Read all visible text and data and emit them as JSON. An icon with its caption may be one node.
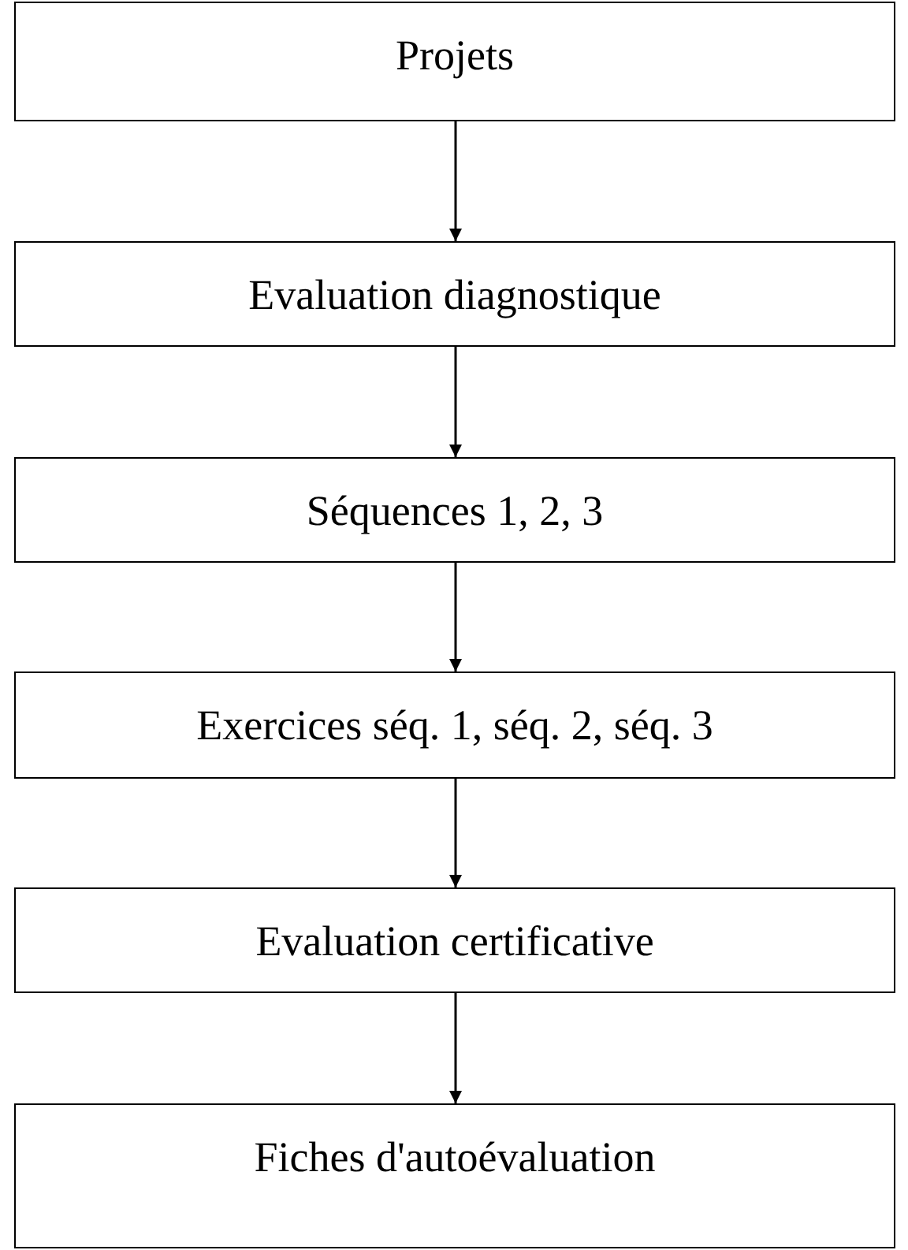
{
  "diagram": {
    "nodes": [
      {
        "text": [
          "Projets"
        ]
      },
      {
        "text": [
          "Evaluation diagnostique"
        ]
      },
      {
        "text": [
          "Séquences 1, 2, 3"
        ]
      },
      {
        "text": [
          "Exercices séq. 1, séq. 2, séq. 3"
        ]
      },
      {
        "text": [
          "Evaluation certificative"
        ]
      },
      {
        "text": [
          "Fiches d'autoévaluation"
        ]
      }
    ],
    "edges": [
      {
        "from": 0,
        "to": 1,
        "arrow": "to"
      },
      {
        "from": 1,
        "to": 2,
        "arrow": "to"
      },
      {
        "from": 2,
        "to": 3,
        "arrow": "to"
      },
      {
        "from": 3,
        "to": 4,
        "arrow": "to"
      },
      {
        "from": 4,
        "to": 5,
        "arrow": "to"
      }
    ]
  }
}
